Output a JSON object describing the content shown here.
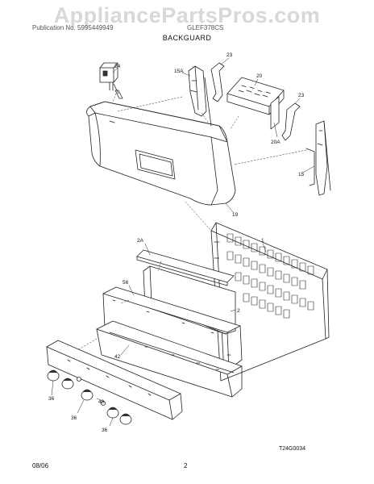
{
  "header": {
    "watermark": "AppliancePartsPros.com",
    "publication": "Publication No. 5995449949",
    "model": "GLEF378CS",
    "section_title": "BACKGUARD"
  },
  "callouts": {
    "c24": "24",
    "c23a": "23",
    "c15a": "15A",
    "c20": "20",
    "c23b": "23",
    "c20a": "20A",
    "c15": "15",
    "c19": "19",
    "c2a": "2A",
    "c1": "1",
    "c56": "56",
    "c2": "2",
    "c42": "42",
    "c36a": "36",
    "c40": "40",
    "c36b": "36",
    "c36c": "36"
  },
  "footer": {
    "date": "08/06",
    "page": "2",
    "figure_code": "T24G0034"
  }
}
